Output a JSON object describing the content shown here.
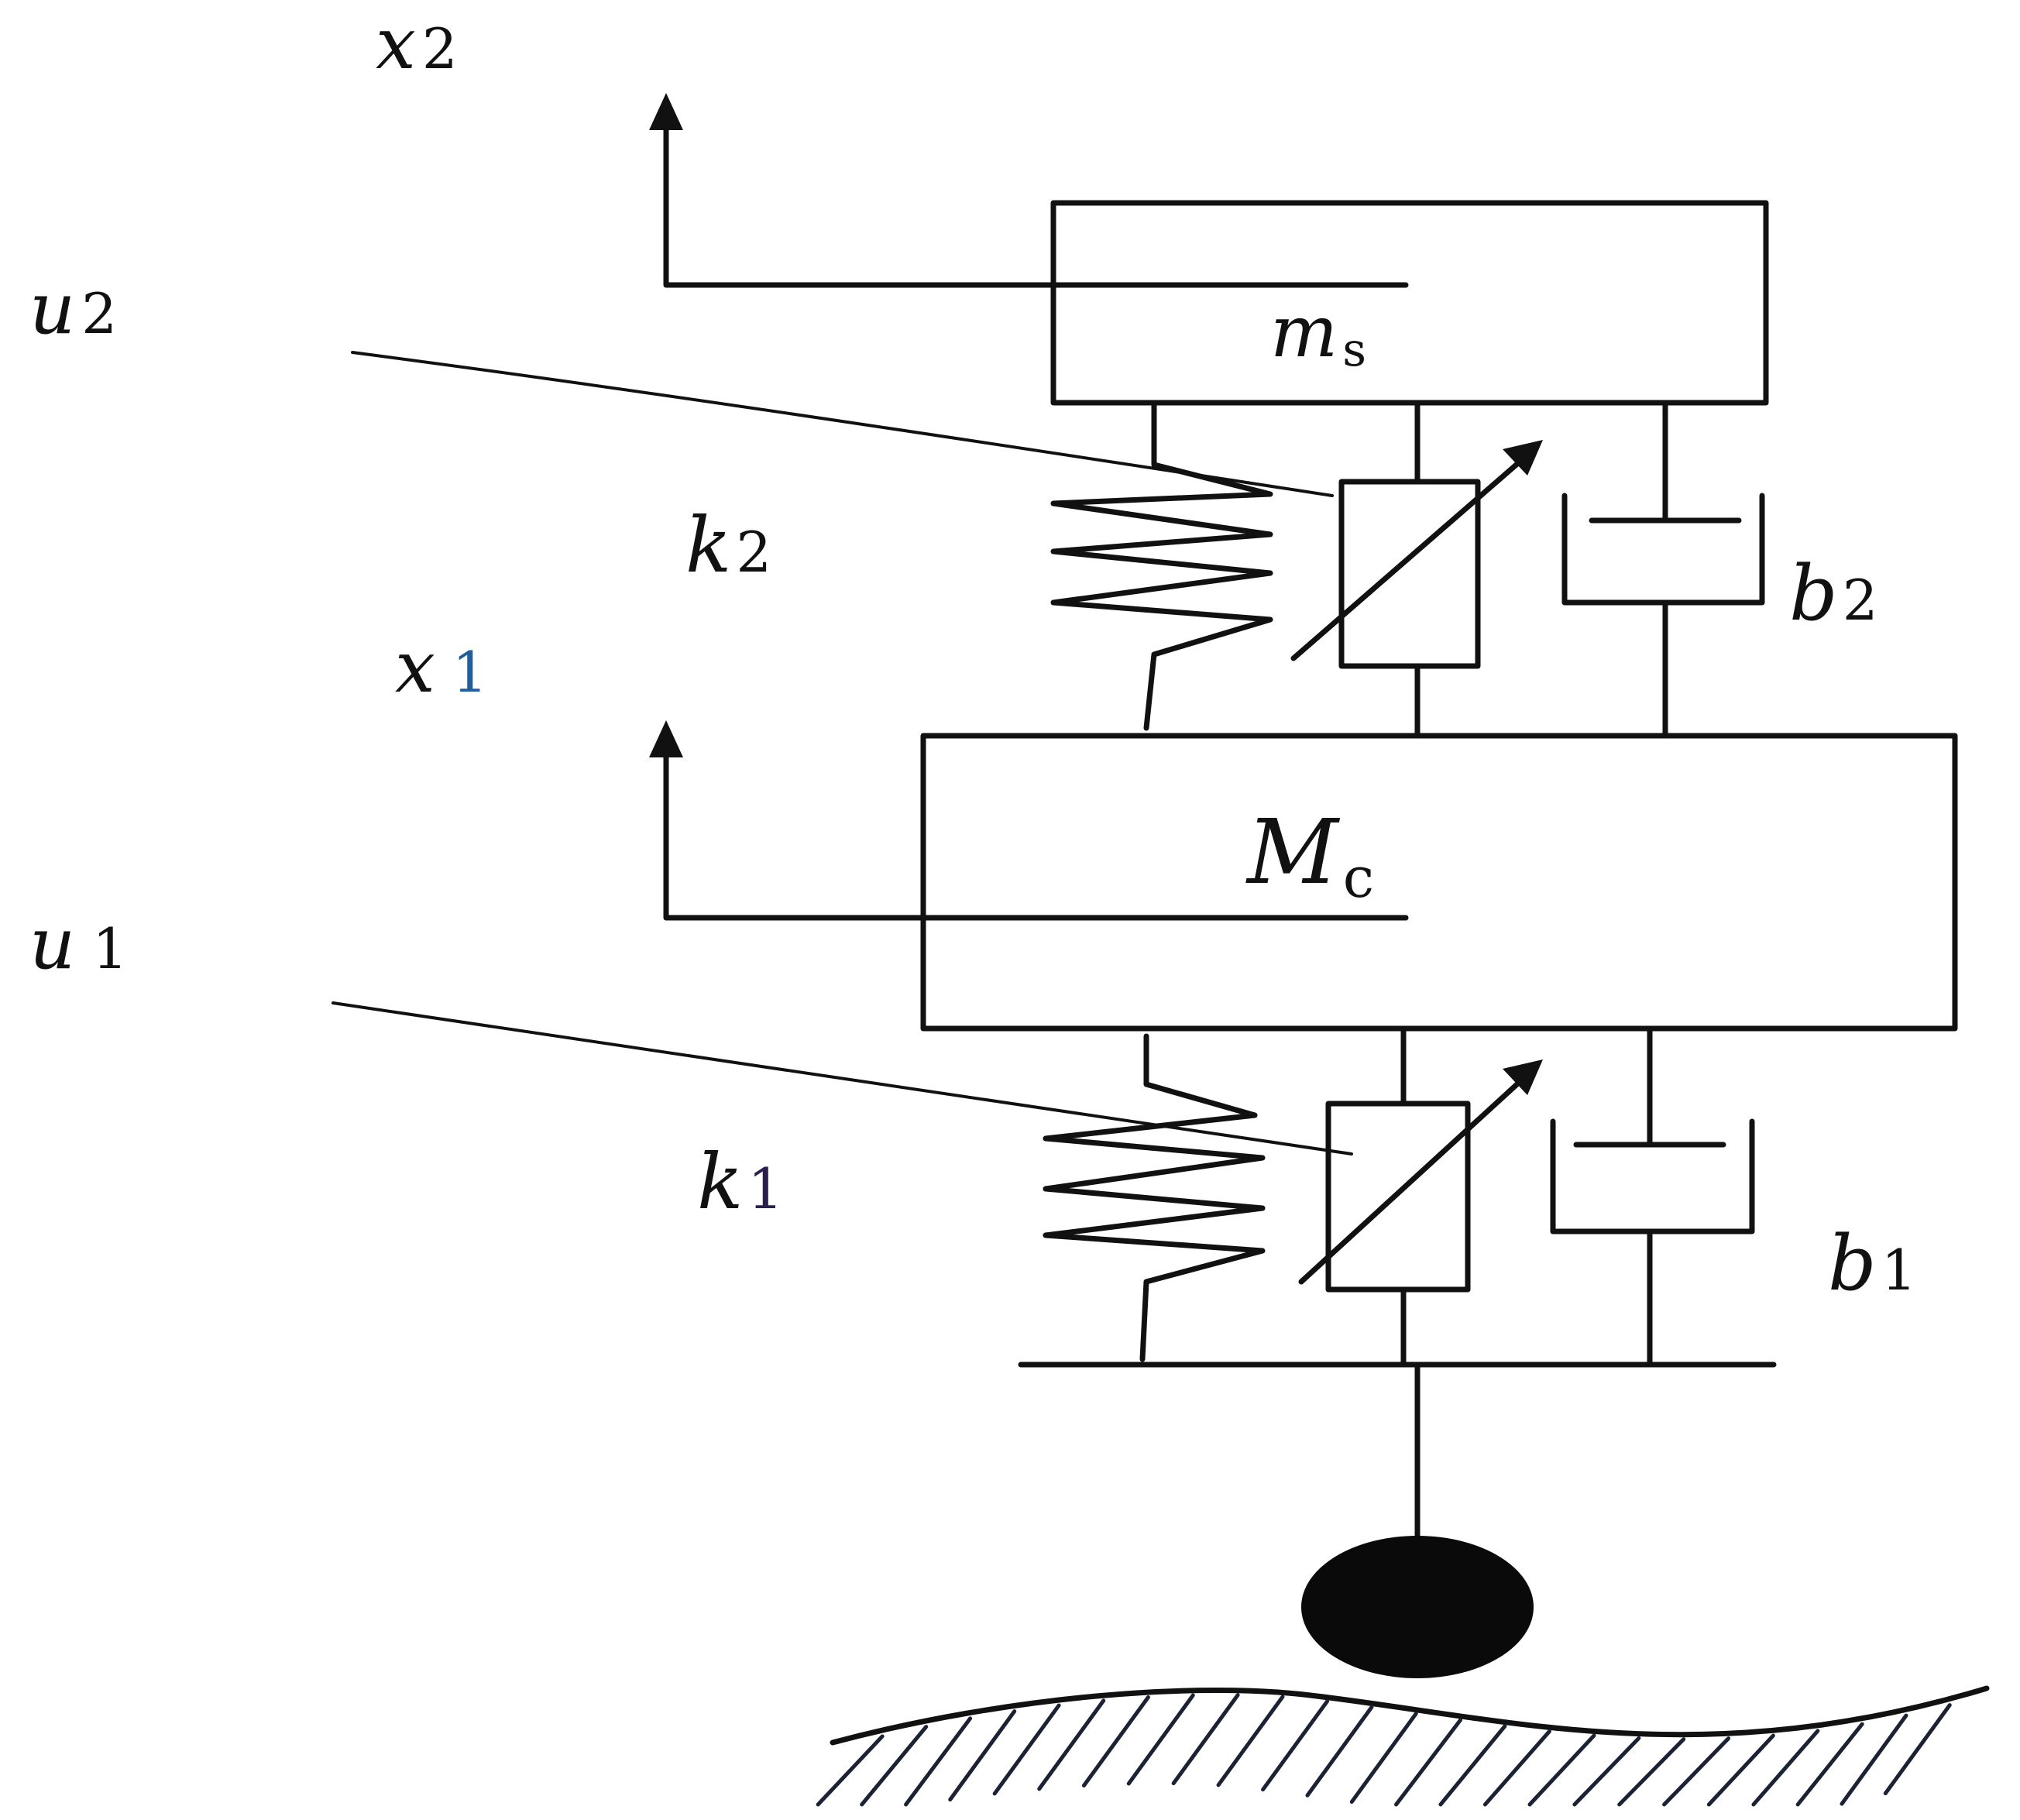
{
  "labels": {
    "x2": {
      "main": "x",
      "sub": "2"
    },
    "u2": {
      "main": "u",
      "sub": "2"
    },
    "k2": {
      "main": "k",
      "sub": "2"
    },
    "b2": {
      "main": "b",
      "sub": "2"
    },
    "x1": {
      "main": "x",
      "sub": "1"
    },
    "u1": {
      "main": "u",
      "sub": "1"
    },
    "k1": {
      "main": "k",
      "sub": "1"
    },
    "b1": {
      "main": "b",
      "sub": "1"
    },
    "ms": {
      "main": "m",
      "sub": "s"
    },
    "mc": {
      "main": "M",
      "sub": "c"
    }
  },
  "colors": {
    "ink": "#111111",
    "subscript_accent": "#1f5f9f",
    "ground_hatch": "#1a2233"
  }
}
